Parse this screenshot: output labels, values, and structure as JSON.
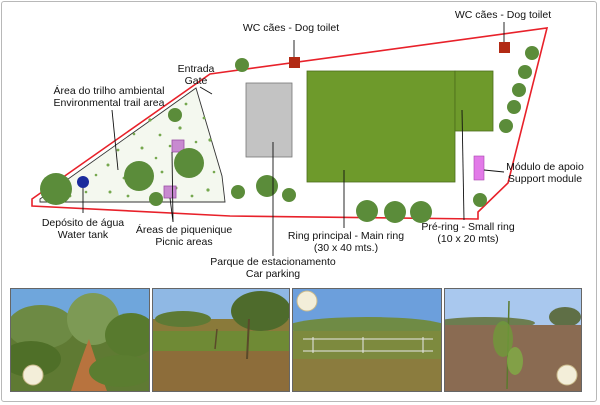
{
  "labels": {
    "wc_left": "WC cães - Dog toilet",
    "wc_right": "WC cães - Dog toilet",
    "gate_pt": "Entrada",
    "gate_en": "Gate",
    "trail_pt": "Área do trilho ambiental",
    "trail_en": "Environmental trail area",
    "support_pt": "Módulo de apoio",
    "support_en": "Support module",
    "tank_pt": "Depósito de água",
    "tank_en": "Water tank",
    "picnic_pt": "Áreas de piquenique",
    "picnic_en": "Picnic areas",
    "parking_pt": "Parque de estacionamento",
    "parking_en": "Car parking",
    "mainring_pt": "Ring principal - Main ring",
    "mainring_dim": "(30 x 40 mts.)",
    "smallring_pt": "Pré-ring - Small ring",
    "smallring_dim": "(10 x 20 mts)"
  },
  "colors": {
    "boundary": "#e8212a",
    "ring": "#6e9a2b",
    "tree": "#5b8c3a",
    "parking": "#c3c3c3",
    "toilet": "#b22a14",
    "support": "#e27ae8",
    "tank": "#1a2b9c",
    "picnic": "#c88ad0"
  },
  "photos": [
    {
      "name": "trail-photo",
      "badge": true
    },
    {
      "name": "olive-field-photo",
      "badge": false
    },
    {
      "name": "ring-photo",
      "badge": true
    },
    {
      "name": "sapling-photo",
      "badge": true
    }
  ]
}
